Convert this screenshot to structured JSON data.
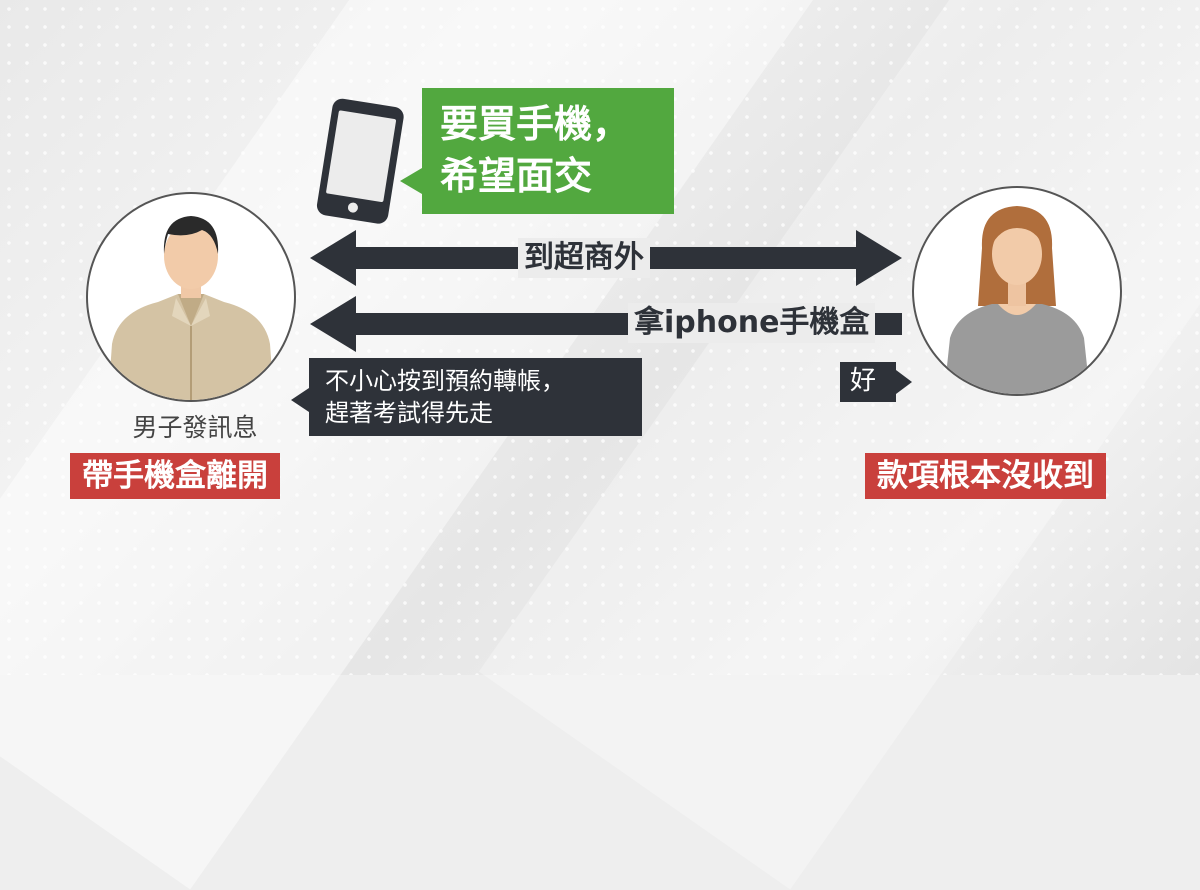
{
  "bubble_request": {
    "line1": "要買手機，",
    "line2": "希望面交"
  },
  "arrow_meet": {
    "label": "到超商外"
  },
  "arrow_box": {
    "label": "拿iphone手機盒"
  },
  "bubble_message": {
    "line1": "不小心按到預約轉帳，",
    "line2": "趕著考試得先走"
  },
  "bubble_ok": {
    "text": "好"
  },
  "man": {
    "caption": "男子發訊息",
    "tag": "帶手機盒離開"
  },
  "woman": {
    "tag": "款項根本沒收到"
  },
  "colors": {
    "green": "#52a83f",
    "dark": "#2e3239",
    "red": "#c9403c"
  }
}
